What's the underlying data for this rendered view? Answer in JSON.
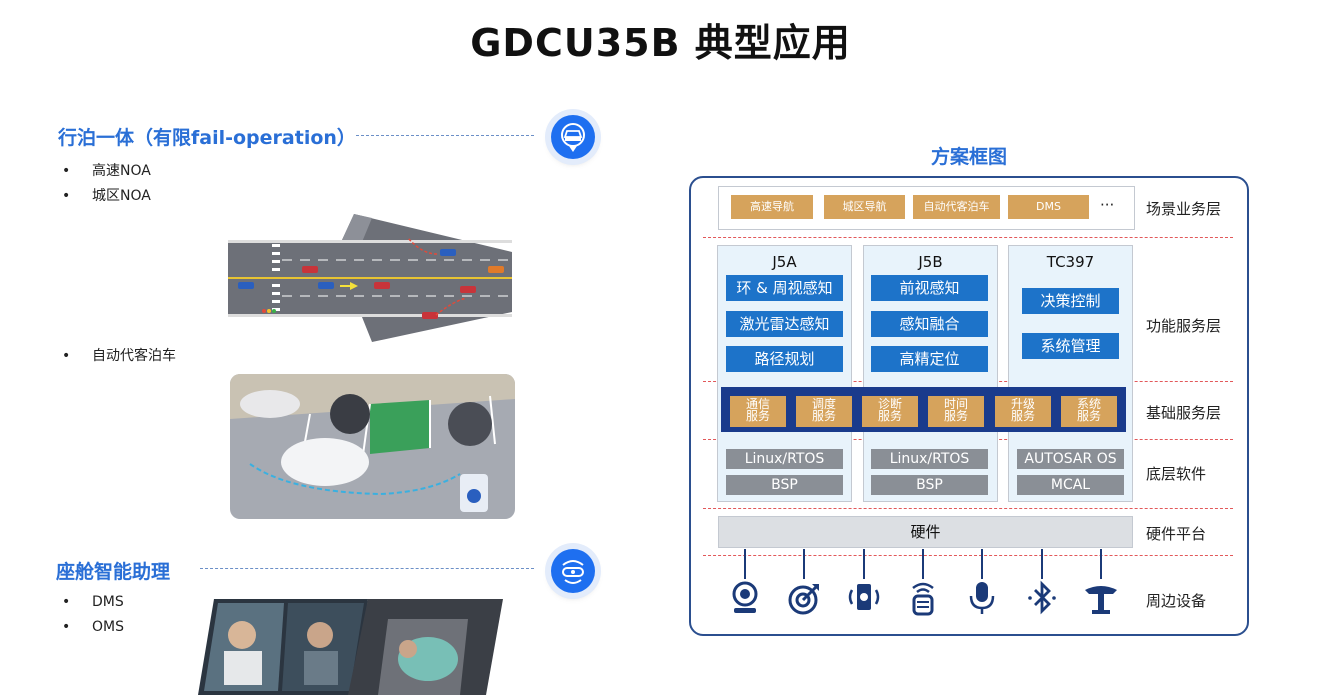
{
  "title": "GDCU35B 典型应用",
  "left": {
    "section1": {
      "title": "行泊一体（有限fail-operation）",
      "icon": "car-circle-icon",
      "bullets": [
        "高速NOA",
        "城区NOA"
      ],
      "bullet3": "自动代客泊车"
    },
    "section2": {
      "title": "座舱智能助理",
      "icon": "steering-assistant-icon",
      "bullets": [
        "DMS",
        "OMS"
      ]
    }
  },
  "diagram": {
    "title": "方案框图",
    "scene": {
      "items": [
        "高速导航",
        "城区导航",
        "自动代客泊车",
        "DMS"
      ],
      "more": "···"
    },
    "chips": [
      {
        "name": "J5A",
        "functions": [
          "环 & 周视感知",
          "激光雷达感知",
          "路径规划"
        ],
        "software": [
          "Linux/RTOS",
          "BSP"
        ]
      },
      {
        "name": "J5B",
        "functions": [
          "前视感知",
          "感知融合",
          "高精定位"
        ],
        "software": [
          "Linux/RTOS",
          "BSP"
        ]
      },
      {
        "name": "TC397",
        "functions": [
          "决策控制",
          "系统管理"
        ],
        "software": [
          "AUTOSAR OS",
          "MCAL"
        ]
      }
    ],
    "base_services": [
      "通信\n服务",
      "调度\n服务",
      "诊断\n服务",
      "时间\n服务",
      "升级\n服务",
      "系统\n服务"
    ],
    "hardware": "硬件",
    "layers": [
      "场景业务层",
      "功能服务层",
      "基础服务层",
      "底层软件",
      "硬件平台",
      "周边设备"
    ],
    "peripherals": [
      "camera-icon",
      "radar-icon",
      "ultrasonic-sensor-icon",
      "v2x-icon",
      "microphone-icon",
      "bluetooth-icon",
      "gnss-antenna-icon"
    ],
    "colors": {
      "accent": "#2a6fd6",
      "gold": "#d6a35c",
      "navy": "#1a3b8c",
      "blue": "#1d73c9",
      "gray": "#8a8f96",
      "red_dash": "#e2585a"
    }
  }
}
